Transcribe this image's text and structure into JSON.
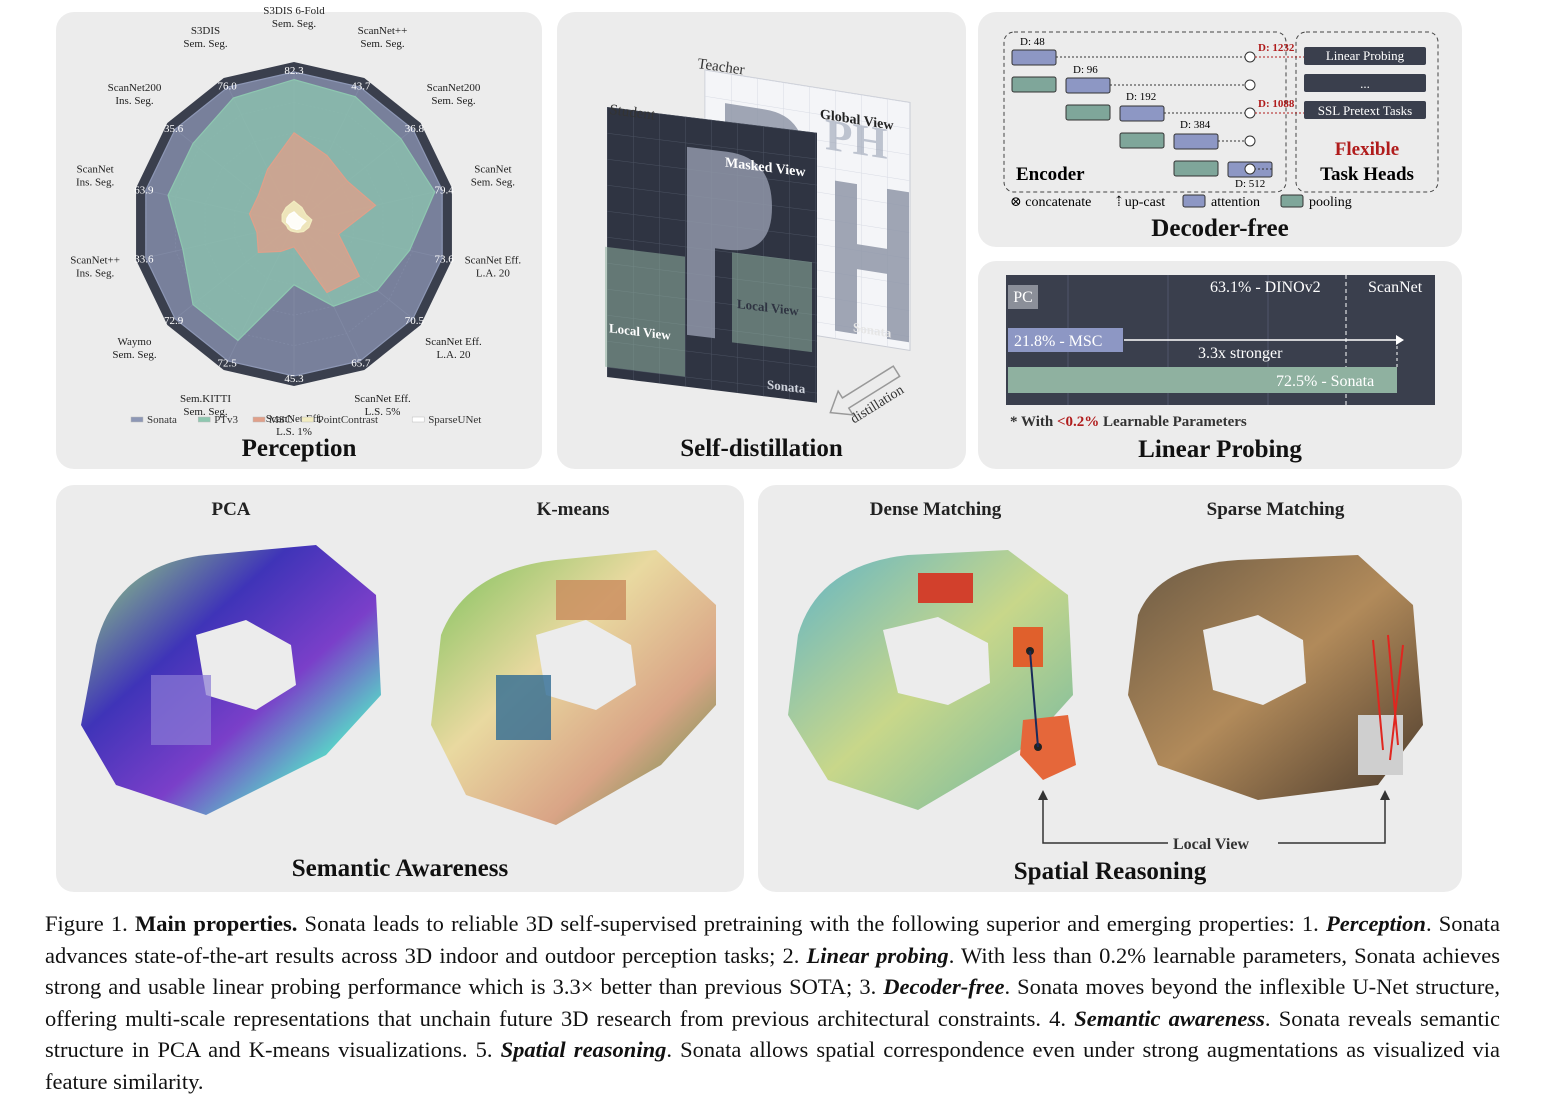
{
  "perception": {
    "title": "Perception",
    "labels": [
      {
        "name": "S3DIS 6-Fold\nSem. Seg.",
        "value": "82.3"
      },
      {
        "name": "ScanNet++\nSem. Seg.",
        "value": "43.7"
      },
      {
        "name": "ScanNet200\nSem. Seg.",
        "value": "36.8"
      },
      {
        "name": "ScanNet\nSem. Seg.",
        "value": "79.4"
      },
      {
        "name": "ScanNet Eff.\nL.A. 20",
        "value": "73.6"
      },
      {
        "name": "ScanNet Eff.\nL.A. 20",
        "value": "70.5"
      },
      {
        "name": "ScanNet Eff.\nL.S. 5%",
        "value": "65.7"
      },
      {
        "name": "ScanNet Eff.\nL.S. 1%",
        "value": "45.3"
      },
      {
        "name": "Sem.KITTI\nSem. Seg.",
        "value": "72.5"
      },
      {
        "name": "Waymo\nSem. Seg.",
        "value": "72.9"
      },
      {
        "name": "ScanNet++\nIns. Seg.",
        "value": "33.6"
      },
      {
        "name": "ScanNet\nIns. Seg.",
        "value": "63.9"
      },
      {
        "name": "ScanNet200\nIns. Seg.",
        "value": "35.6"
      },
      {
        "name": "S3DIS\nSem. Seg.",
        "value": "76.0"
      }
    ],
    "legend": [
      {
        "name": "Sonata",
        "color": "#8d97b5"
      },
      {
        "name": "PTv3",
        "color": "#8ec7b0"
      },
      {
        "name": "MSC",
        "color": "#e0a08a"
      },
      {
        "name": "PointContrast",
        "color": "#f2ecc0"
      },
      {
        "name": "SparseUNet",
        "color": "#ffffff"
      }
    ]
  },
  "chart_data": {
    "type": "radar",
    "title": "Perception",
    "axes": [
      "S3DIS 6-Fold Sem. Seg.",
      "ScanNet++ Sem. Seg.",
      "ScanNet200 Sem. Seg.",
      "ScanNet Sem. Seg.",
      "ScanNet Eff. L.A. 20",
      "ScanNet Eff. L.A. 20",
      "ScanNet Eff. L.S. 5%",
      "ScanNet Eff. L.S. 1%",
      "Sem.KITTI Sem. Seg.",
      "Waymo Sem. Seg.",
      "ScanNet++ Ins. Seg.",
      "ScanNet Ins. Seg.",
      "ScanNet200 Ins. Seg.",
      "S3DIS Sem. Seg."
    ],
    "series": [
      {
        "name": "Sonata",
        "values": [
          82.3,
          43.7,
          36.8,
          79.4,
          73.6,
          70.5,
          65.7,
          45.3,
          72.5,
          72.9,
          33.6,
          63.9,
          35.6,
          76.0
        ],
        "relative": [
          1.0,
          1.0,
          1.0,
          1.0,
          1.0,
          1.0,
          1.0,
          1.0,
          1.0,
          1.0,
          1.0,
          1.0,
          1.0,
          1.0
        ]
      },
      {
        "name": "PTv3",
        "relative": [
          0.95,
          0.93,
          0.9,
          0.95,
          0.78,
          0.7,
          0.6,
          0.4,
          0.85,
          0.85,
          0.75,
          0.85,
          0.85,
          0.92
        ]
      },
      {
        "name": "MSC",
        "relative": [
          0.6,
          0.5,
          0.45,
          0.55,
          0.3,
          0.55,
          0.5,
          0.15,
          0.2,
          0.3,
          0.25,
          0.3,
          0.3,
          0.4
        ]
      },
      {
        "name": "PointContrast",
        "relative": [
          0.15,
          0.12,
          0.1,
          0.12,
          0.1,
          0.08,
          0.06,
          0.05,
          0.05,
          0.05,
          0.05,
          0.08,
          0.1,
          0.12
        ]
      },
      {
        "name": "SparseUNet",
        "relative": [
          0.08,
          0.06,
          0.06,
          0.08,
          0.05,
          0.05,
          0.04,
          0.03,
          0.03,
          0.03,
          0.03,
          0.05,
          0.06,
          0.07
        ]
      }
    ]
  },
  "selfdistill": {
    "title": "Self-distillation",
    "teacher": "Teacher",
    "student": "Student",
    "global_view": "Global View",
    "masked_view": "Masked View",
    "local_view_a": "Local View",
    "local_view_b": "Local View",
    "sonata_a": "Sonata",
    "sonata_b": "Sonata",
    "distillation": "distillation"
  },
  "decoder": {
    "title": "Decoder-free",
    "dims": [
      "D: 48",
      "D: 96",
      "D: 192",
      "D: 384",
      "D: 512"
    ],
    "d1232": "D: 1232",
    "d1088": "D: 1088",
    "encoder": "Encoder",
    "heads": [
      "Linear Probing",
      "...",
      "SSL Pretext Tasks"
    ],
    "flexible": "Flexible",
    "task_heads": "Task Heads",
    "legend": {
      "concat": "⊗ concatenate",
      "upcast": "⇡up-cast",
      "attention": "attention",
      "pooling": "pooling"
    },
    "colors": {
      "attention": "#8d97c4",
      "pooling": "#7fa69a",
      "red": "#b01c1c"
    }
  },
  "linear": {
    "title": "Linear Probing",
    "pc": "PC",
    "dino": "63.1% - DINOv2",
    "scannet": "ScanNet",
    "msc": "21.8% - MSC",
    "stronger": "3.3x stronger",
    "sonata": "72.5% - Sonata",
    "note_pre": "* With ",
    "note_red": "<0.2%",
    "note_post": " Learnable Parameters"
  },
  "semantic": {
    "title": "Semantic Awareness",
    "pca": "PCA",
    "kmeans": "K-means"
  },
  "spatial": {
    "title": "Spatial Reasoning",
    "dense": "Dense Matching",
    "sparse": "Sparse Matching",
    "local_view": "Local View"
  },
  "caption": {
    "fig": "Figure 1.",
    "bold": "Main properties.",
    "t1": " Sonata leads to reliable 3D self-supervised pretraining with the following superior and emerging properties: 1. ",
    "k1": "Perception",
    "t2": ".  Sonata advances state-of-the-art results across 3D indoor and outdoor perception tasks; 2. ",
    "k2": "Linear probing",
    "t3": ".  With less than 0.2% learnable parameters, Sonata achieves strong and usable linear probing performance which is 3.3× better than previous SOTA; 3. ",
    "k3": "Decoder-free",
    "t4": ". Sonata moves beyond the inflexible U-Net structure, offering multi-scale representations that unchain future 3D research from previous architectural constraints.  4. ",
    "k4": "Semantic awareness",
    "t5": ".  Sonata reveals semantic structure in PCA and K-means visualizations. 5. ",
    "k5": "Spatial reasoning",
    "t6": ". Sonata allows spatial correspondence even under strong augmentations as visualized via feature similarity."
  }
}
